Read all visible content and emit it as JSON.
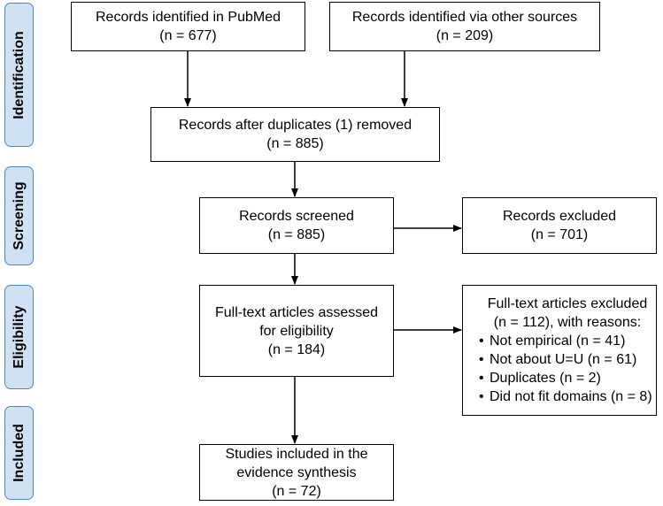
{
  "phases": {
    "identification": "Identification",
    "screening": "Screening",
    "eligibility": "Eligibility",
    "included": "Included"
  },
  "boxes": {
    "pubmed": {
      "line1": "Records identified in PubMed",
      "line2": "(n = 677)"
    },
    "other_sources": {
      "line1": "Records identified via other sources",
      "line2": "(n = 209)"
    },
    "after_duplicates": {
      "line1": "Records after duplicates (1) removed",
      "line2": "(n = 885)"
    },
    "screened": {
      "line1": "Records screened",
      "line2": "(n = 885)"
    },
    "excluded": {
      "line1": "Records excluded",
      "line2": "(n = 701)"
    },
    "fulltext_assessed": {
      "line1": "Full-text articles assessed",
      "line2": "for eligibility",
      "line3": "(n = 184)"
    },
    "fulltext_excluded": {
      "line1": "Full-text articles excluded",
      "line2": "(n = 112), with reasons:",
      "reasons": [
        "Not empirical (n = 41)",
        "Not about U=U (n = 61)",
        "Duplicates (n = 2)",
        "Did not fit domains (n = 8)"
      ]
    },
    "included_studies": {
      "line1": "Studies included in the",
      "line2": "evidence synthesis",
      "line3": "(n = 72)"
    }
  }
}
